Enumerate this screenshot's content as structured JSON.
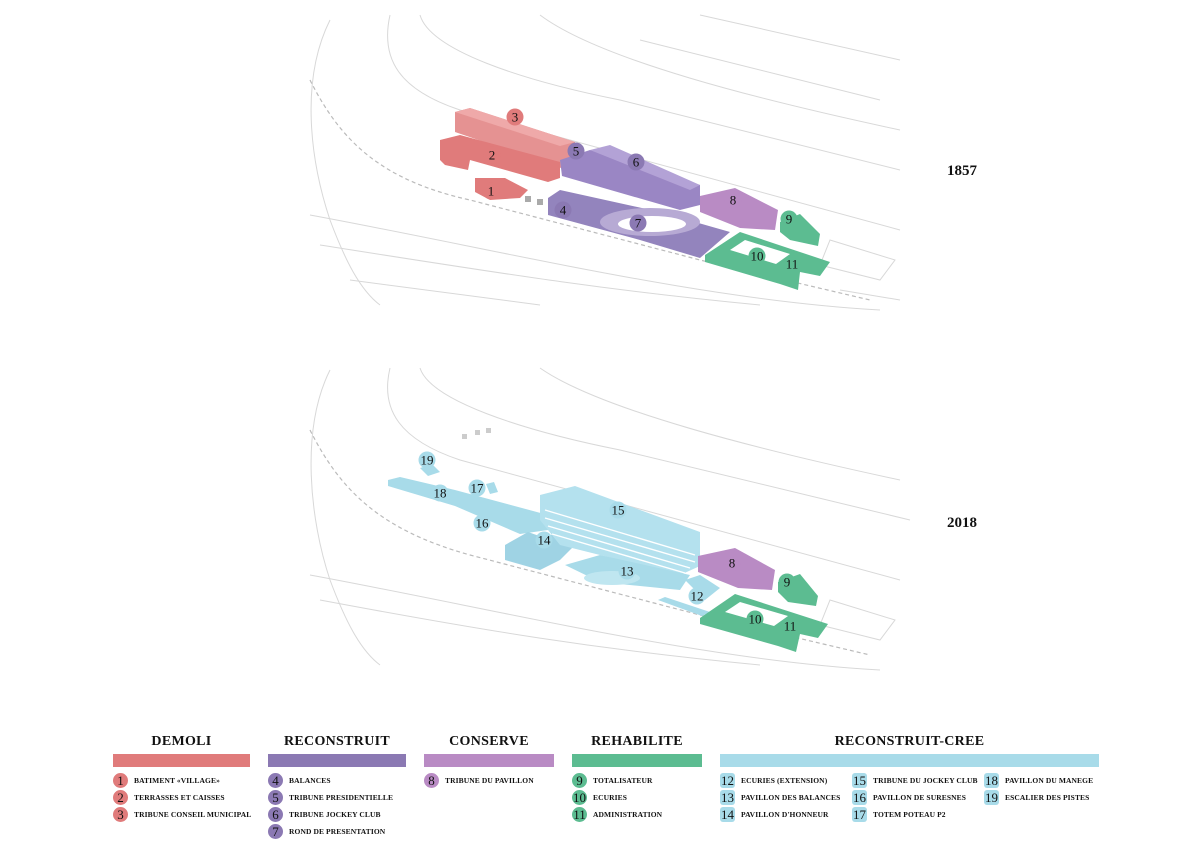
{
  "years": {
    "top": "1857",
    "bottom": "2018"
  },
  "colors": {
    "demoli": "#e07b7b",
    "reconstruit": "#8b79b3",
    "conserve": "#b98bc4",
    "rehabilite": "#5cbc91",
    "reconstruit_cree": "#a8dbe9"
  },
  "markers_1857": [
    "3",
    "2",
    "5",
    "6",
    "1",
    "4",
    "7",
    "8",
    "9",
    "10",
    "11"
  ],
  "markers_2018": [
    "19",
    "17",
    "18",
    "16",
    "15",
    "14",
    "13",
    "8",
    "9",
    "12",
    "10",
    "11"
  ],
  "legend": [
    {
      "title": "DEMOLI",
      "items": [
        {
          "n": "1",
          "label": "BATIMENT «VILLAGE»"
        },
        {
          "n": "2",
          "label": "TERRASSES ET CAISSES"
        },
        {
          "n": "3",
          "label": "TRIBUNE CONSEIL MUNICIPAL"
        }
      ]
    },
    {
      "title": "RECONSTRUIT",
      "items": [
        {
          "n": "4",
          "label": "BALANCES"
        },
        {
          "n": "5",
          "label": "TRIBUNE PRESIDENTIELLE"
        },
        {
          "n": "6",
          "label": "TRIBUNE JOCKEY CLUB"
        },
        {
          "n": "7",
          "label": "ROND DE PRESENTATION"
        }
      ]
    },
    {
      "title": "CONSERVE",
      "items": [
        {
          "n": "8",
          "label": "TRIBUNE DU PAVILLON"
        }
      ]
    },
    {
      "title": "REHABILITE",
      "items": [
        {
          "n": "9",
          "label": "TOTALISATEUR"
        },
        {
          "n": "10",
          "label": "ECURIES"
        },
        {
          "n": "11",
          "label": "ADMINISTRATION"
        }
      ]
    },
    {
      "title": "RECONSTRUIT-CREE",
      "items": [
        {
          "n": "12",
          "label": "ECURIES (EXTENSION)"
        },
        {
          "n": "13",
          "label": "PAVILLON DES BALANCES"
        },
        {
          "n": "14",
          "label": "PAVILLON D'HONNEUR"
        },
        {
          "n": "15",
          "label": "TRIBUNE DU JOCKEY CLUB"
        },
        {
          "n": "16",
          "label": "PAVILLON DE SURESNES"
        },
        {
          "n": "17",
          "label": "TOTEM POTEAU P2"
        },
        {
          "n": "18",
          "label": "PAVILLON DU MANEGE"
        },
        {
          "n": "19",
          "label": "ESCALIER DES PISTES"
        }
      ]
    }
  ]
}
